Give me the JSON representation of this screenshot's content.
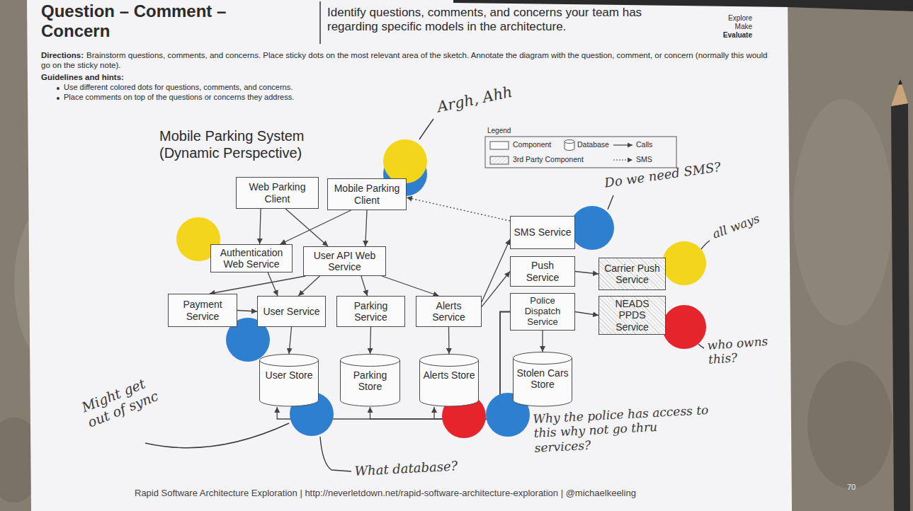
{
  "diagram": {
    "title": "Question – Comment – Concern",
    "caption": "Rapid Software Architecture Exploration | http://neverletdown.net/rapid-software-architecture-exploration | @michaelkeeling",
    "nodes": [
      {
        "text": [
          "Web Parking Client"
        ]
      },
      {
        "text": [
          "Mobile Parking Client"
        ]
      },
      {
        "text": [
          "SMS Service"
        ]
      },
      {
        "text": [
          "Authentication Web Service"
        ]
      },
      {
        "text": [
          "User API Web Service"
        ]
      },
      {
        "text": [
          "Push Service"
        ]
      },
      {
        "text": [
          "Carrier Push Service"
        ]
      },
      {
        "text": [
          "Payment Service"
        ]
      },
      {
        "text": [
          "User Service"
        ]
      },
      {
        "text": [
          "Parking Service"
        ]
      },
      {
        "text": [
          "Alerts Service"
        ]
      },
      {
        "text": [
          "Police Dispatch Service"
        ]
      },
      {
        "text": [
          "NEADS PPDS Service"
        ]
      },
      {
        "text": [
          "User Store"
        ]
      },
      {
        "text": [
          "Parking Store"
        ]
      },
      {
        "text": [
          "Alerts Store"
        ]
      },
      {
        "text": [
          "Stolen Cars Store"
        ]
      }
    ],
    "edges": [
      {
        "from": 0,
        "to": 3,
        "arrow": "to"
      },
      {
        "from": 0,
        "to": 4,
        "arrow": "to"
      },
      {
        "from": 1,
        "to": 3,
        "arrow": "to"
      },
      {
        "from": 1,
        "to": 4,
        "arrow": "to"
      },
      {
        "from": 3,
        "to": 8,
        "arrow": "to"
      },
      {
        "from": 4,
        "to": 7,
        "arrow": "to"
      },
      {
        "from": 4,
        "to": 8,
        "arrow": "to"
      },
      {
        "from": 4,
        "to": 9,
        "arrow": "to"
      },
      {
        "from": 4,
        "to": 10,
        "arrow": "to"
      },
      {
        "from": 7,
        "to": 8,
        "arrow": "to"
      },
      {
        "from": 8,
        "to": 13,
        "arrow": "to"
      },
      {
        "from": 9,
        "to": 14,
        "arrow": "to"
      },
      {
        "from": 10,
        "to": 15,
        "arrow": "to"
      },
      {
        "from": 10,
        "to": 2,
        "arrow": "to"
      },
      {
        "from": 10,
        "to": 5,
        "arrow": "to"
      },
      {
        "from": 2,
        "to": 1,
        "arrow": "to"
      },
      {
        "from": 5,
        "to": 6,
        "arrow": "to"
      },
      {
        "from": 11,
        "to": 12,
        "arrow": "to"
      },
      {
        "from": 11,
        "to": 16,
        "arrow": "to"
      },
      {
        "from": 11,
        "to": 13,
        "arrow": "to"
      },
      {
        "from": 11,
        "to": 14,
        "arrow": "to"
      },
      {
        "from": 11,
        "to": 15,
        "arrow": "to"
      }
    ],
    "labels": [
      "Identify questions, comments, and concerns your team has regarding specific models in the architecture.",
      "Explore",
      "Make",
      "Evaluate",
      "Directions:",
      "Brainstorm questions, comments, and concerns. Place sticky dots on the most relevant area of the sketch. Annotate the diagram with the question, comment, or concern (normally this would go on the sticky note).",
      "Guidelines and hints:",
      "Use different colored dots for questions, comments, and concerns.",
      "Place comments on top of the questions or concerns they address.",
      "Mobile Parking System (Dynamic Perspective)",
      "Legend",
      "Argh, Ahh",
      "Do we need SMS?",
      "all ways",
      "who owns this?",
      "Might get out of sync",
      "What database?",
      "Why the police has access to this why not go thru services?",
      "70"
    ],
    "legend": [
      {
        "text": "Component"
      },
      {
        "text": "Database"
      },
      {
        "text": "Calls"
      },
      {
        "text": "3rd Party Component"
      },
      {
        "text": "SMS"
      }
    ]
  }
}
